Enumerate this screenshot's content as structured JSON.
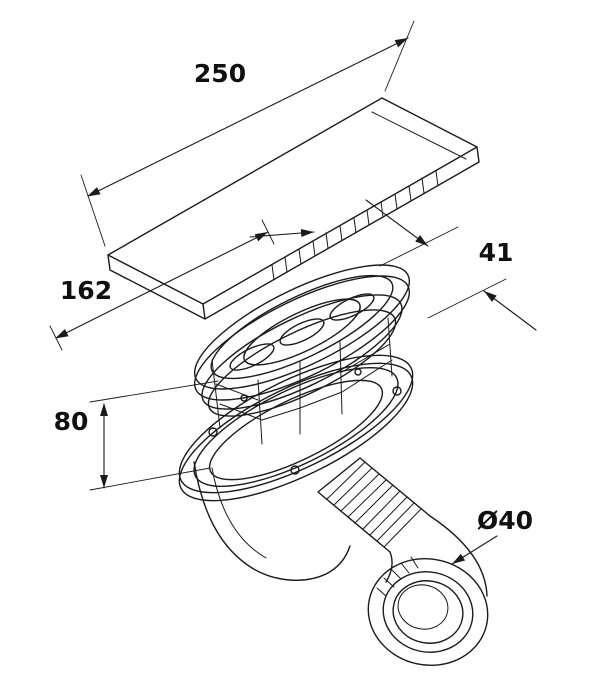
{
  "figure": {
    "type": "exploded-view-technical-drawing",
    "subject": "shower tray drain trap assembly",
    "colors": {
      "line": "#1b1b1b",
      "background": "#ffffff"
    },
    "dims": {
      "lid_length": "250",
      "lid_width": "162",
      "flange_width": "41",
      "body_height": "80",
      "outlet_diameter": "Ø40"
    }
  }
}
